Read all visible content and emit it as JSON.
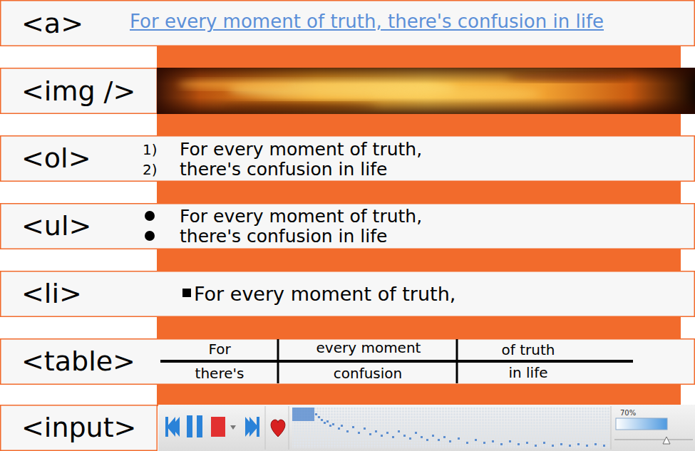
{
  "diagram": {
    "nodes": [
      {
        "text": [
          "<a>",
          "For every moment of truth, there's confusion in life"
        ]
      },
      {
        "text": [
          "<img />"
        ]
      },
      {
        "text": [
          "<ol>",
          "For every moment of truth,",
          "there's confusion in life"
        ]
      },
      {
        "text": [
          "<ul>",
          "For every moment of truth,",
          "there's confusion in life"
        ]
      },
      {
        "text": [
          "<li>",
          "For every moment of truth,"
        ]
      },
      {
        "text": [
          "<table>"
        ]
      },
      {
        "text": [
          "<input>"
        ]
      }
    ],
    "labels": [
      "1)",
      "2)",
      "For",
      "every moment",
      "of truth",
      "there's",
      "confusion",
      "in life",
      "70%"
    ]
  }
}
